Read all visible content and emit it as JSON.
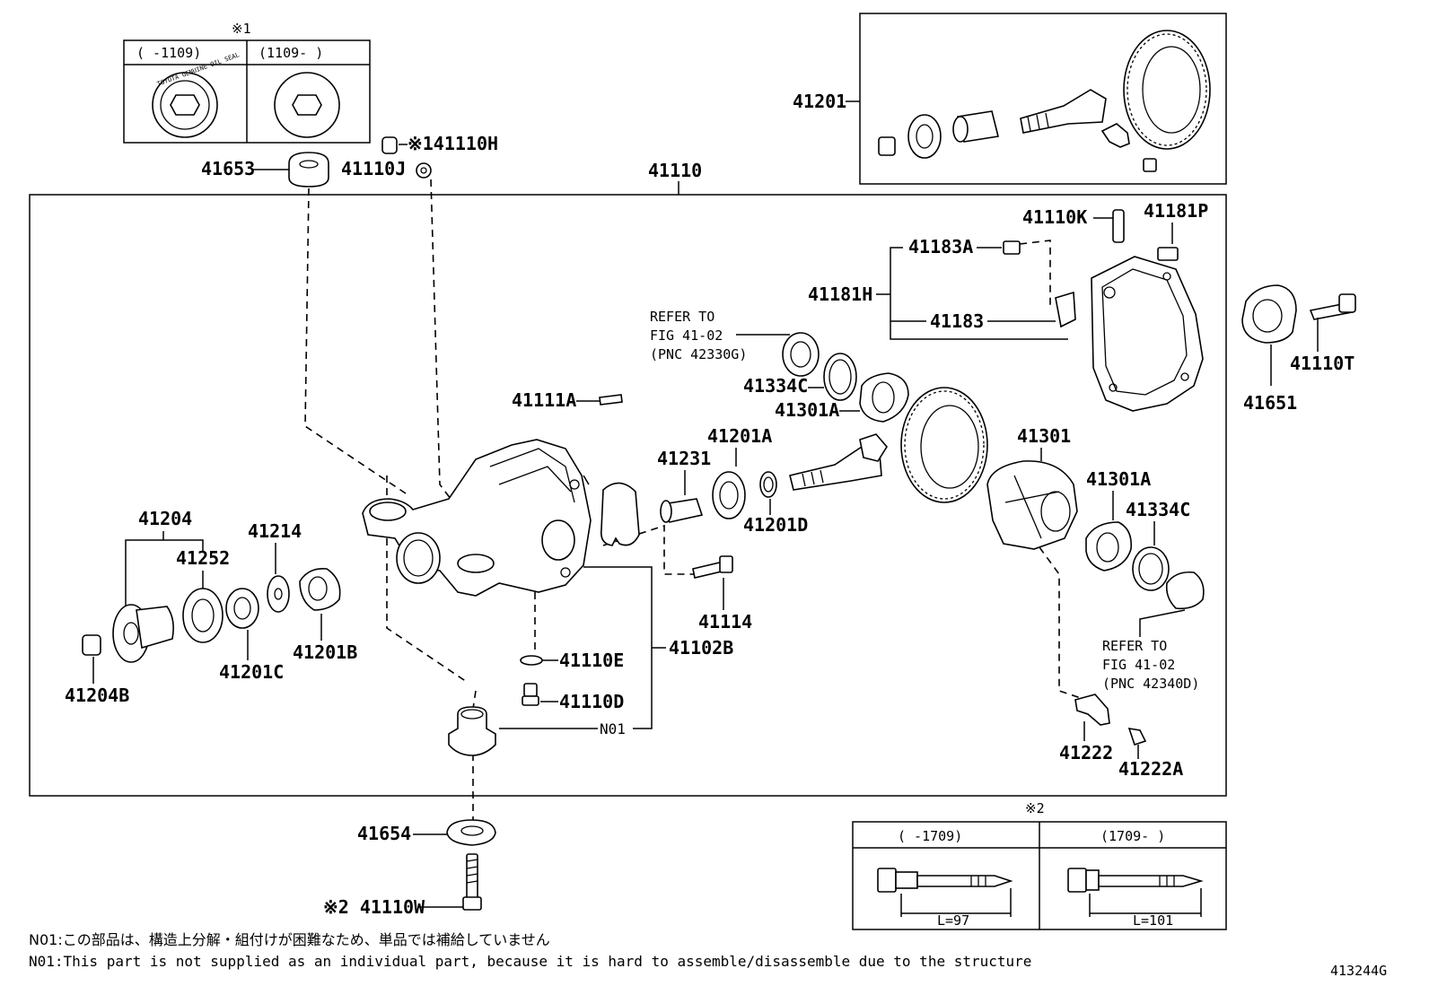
{
  "labels": {
    "p41201": "41201",
    "p41653": "41653",
    "p41110J": "41110J",
    "p41110H": "※141110H",
    "p41110": "41110",
    "p41110K": "41110K",
    "p41181P": "41181P",
    "p41183A": "41183A",
    "p41181H": "41181H",
    "p41183": "41183",
    "p41651": "41651",
    "p41110T": "41110T",
    "p41334C_top": "41334C",
    "p41301A_top": "41301A",
    "p41111A": "41111A",
    "p41201A": "41201A",
    "p41231": "41231",
    "p41201D": "41201D",
    "p41301": "41301",
    "p41301A_right": "41301A",
    "p41334C_right": "41334C",
    "p41204": "41204",
    "p41214": "41214",
    "p41252": "41252",
    "p41201B": "41201B",
    "p41201C": "41201C",
    "p41204B": "41204B",
    "p41114": "41114",
    "p41110E": "41110E",
    "p41102B": "41102B",
    "p41110D": "41110D",
    "pN01": "N01",
    "p41222": "41222",
    "p41222A": "41222A",
    "p41654": "41654",
    "p41110W": "※2 41110W"
  },
  "refers": {
    "top": {
      "line1": "REFER TO",
      "line2": "FIG 41-02",
      "line3": "(PNC 42330G)"
    },
    "bottom": {
      "line1": "REFER TO",
      "line2": "FIG 41-02",
      "line3": "(PNC 42340D)"
    }
  },
  "inset1": {
    "mark": "※1",
    "col1": "(    -1109)",
    "col2": "(1109-    )",
    "ring_text": "TOYOTA GENUINE OIL SEAL"
  },
  "inset2": {
    "mark": "※2",
    "col1": "(    -1709)",
    "col2": "(1709-    )",
    "len1": "L=97",
    "len2": "L=101"
  },
  "notes": {
    "jp": "N01:この部品は、構造上分解・組付けが困難なため、単品では補給していません",
    "en": "N01:This part is not supplied as an individual part, because it is hard to assemble/disassemble due to the structure"
  },
  "diagram_id": "413244G",
  "icons": [
    "differential-carrier-housing",
    "ring-and-pinion-gear",
    "bearing",
    "oil-seal",
    "bolt",
    "nut",
    "mount-bushing",
    "cover"
  ]
}
